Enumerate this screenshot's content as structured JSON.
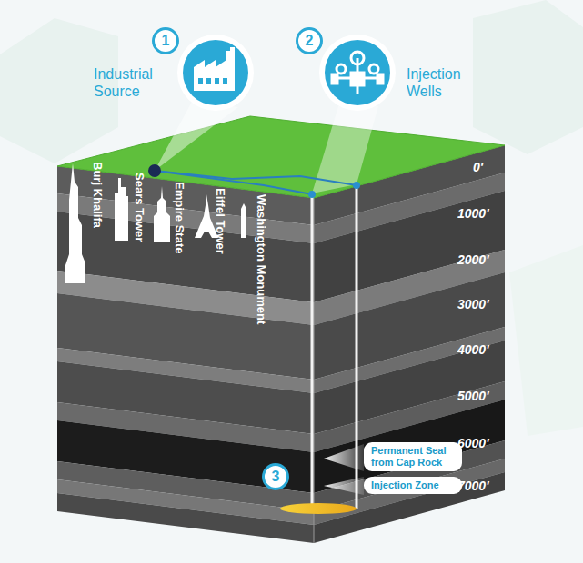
{
  "diagram": {
    "nodes": [
      {
        "text": [
          "1",
          "Industrial Source"
        ]
      },
      {
        "text": [
          "2",
          "Injection Wells"
        ]
      },
      {
        "text": [
          "Permanent Seal from Cap Rock"
        ]
      },
      {
        "text": [
          "Injection Zone"
        ]
      },
      {
        "text": [
          "3"
        ]
      }
    ],
    "labels": [
      "Burj Khalifa",
      "Sears Tower",
      "Empire State",
      "Eiffel Tower",
      "Washington Monument",
      "0′",
      "1000′",
      "2000′",
      "3000′",
      "4000′",
      "5000′",
      "6000′",
      "7000′"
    ]
  }
}
